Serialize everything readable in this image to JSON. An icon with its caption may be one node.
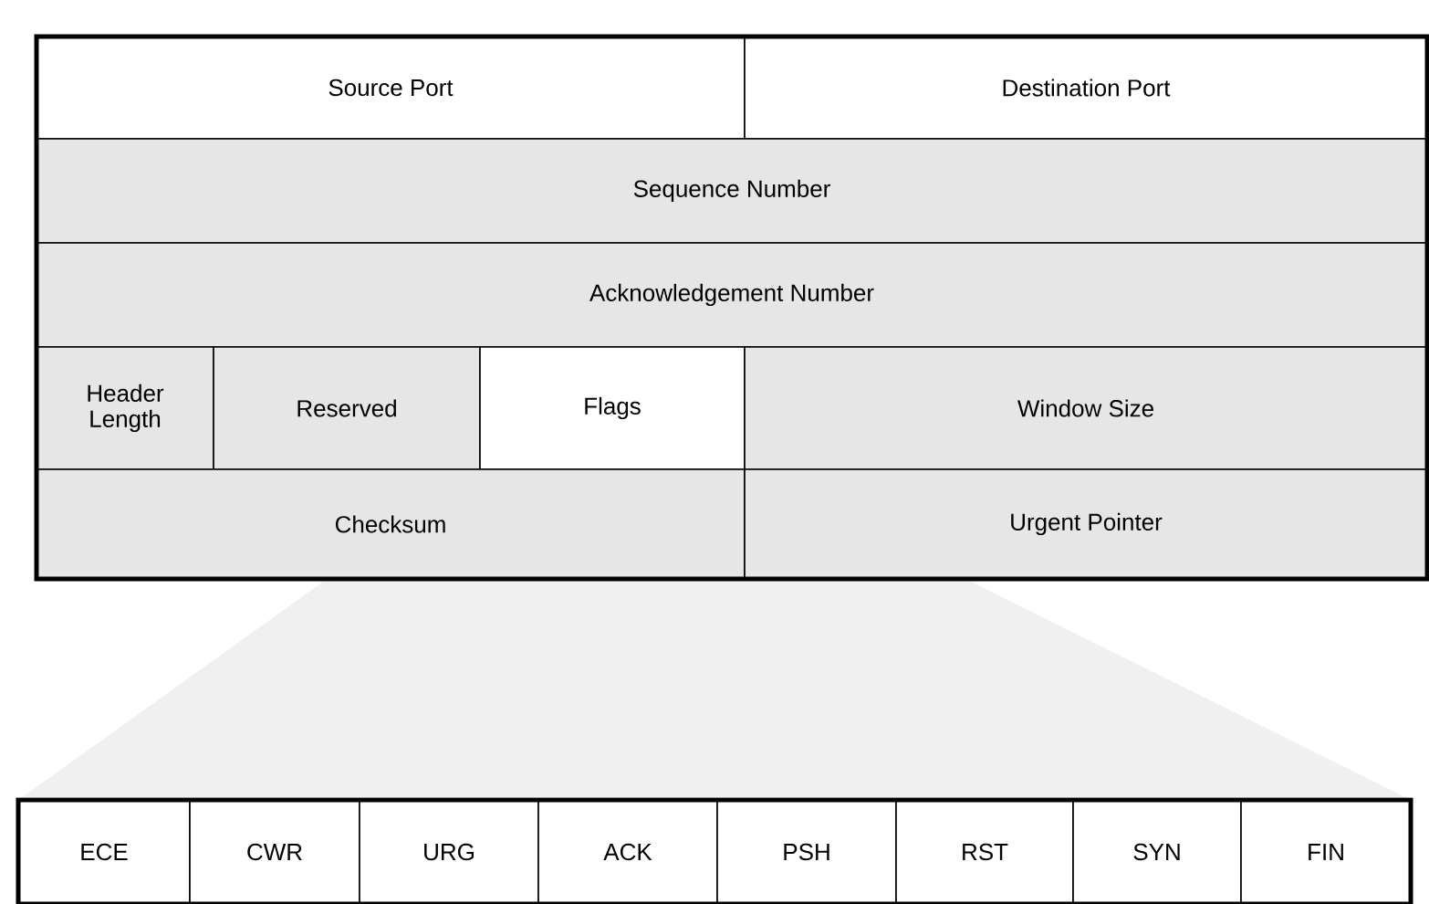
{
  "diagram": {
    "nodes": [
      {
        "text": [
          "Source Port"
        ]
      },
      {
        "text": [
          "Destination Port"
        ]
      },
      {
        "text": [
          "Sequence Number"
        ]
      },
      {
        "text": [
          "Acknowledgement Number"
        ]
      },
      {
        "text": [
          "Header Length"
        ]
      },
      {
        "text": [
          "Reserved"
        ]
      },
      {
        "text": [
          "Flags"
        ]
      },
      {
        "text": [
          "Window Size"
        ]
      },
      {
        "text": [
          "Checksum"
        ]
      },
      {
        "text": [
          "Urgent Pointer"
        ]
      },
      {
        "text": [
          "ECE"
        ]
      },
      {
        "text": [
          "CWR"
        ]
      },
      {
        "text": [
          "URG"
        ]
      },
      {
        "text": [
          "ACK"
        ]
      },
      {
        "text": [
          "PSH"
        ]
      },
      {
        "text": [
          "RST"
        ]
      },
      {
        "text": [
          "SYN"
        ]
      },
      {
        "text": [
          "FIN"
        ]
      }
    ]
  }
}
